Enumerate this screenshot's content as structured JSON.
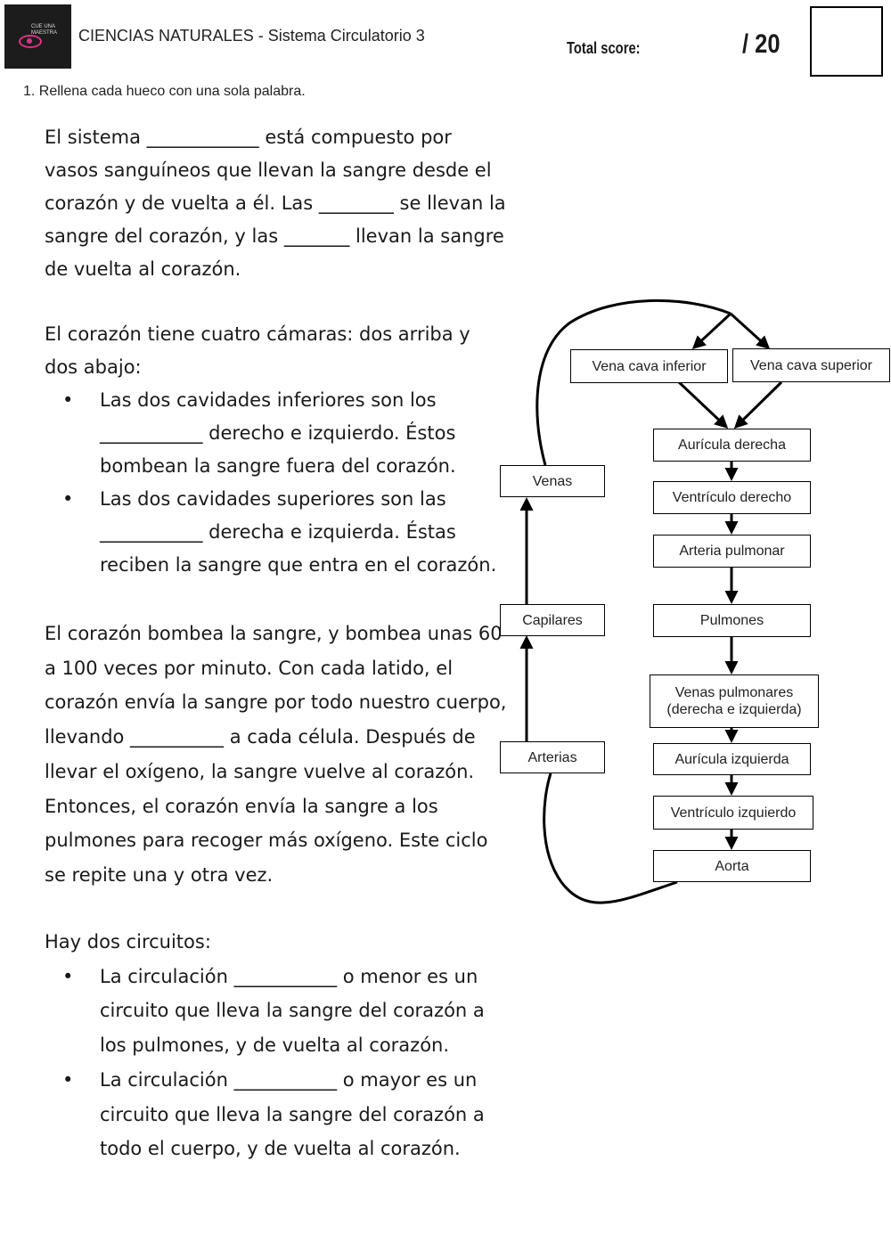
{
  "header": {
    "logo_text": "CUE UNA MAESTRA",
    "title": "CIENCIAS NATURALES - Sistema Circulatorio 3",
    "total_label": "Total score:",
    "score_max": "/ 20"
  },
  "instruction": "1. Rellena cada hueco con una sola palabra.",
  "para1": "El sistema ____________ está compuesto por vasos sanguíneos que llevan la sangre desde el corazón y de vuelta a él. Las ________ se llevan la sangre del corazón, y las _______ llevan la sangre de vuelta al corazón.",
  "para2": {
    "intro": "El corazón tiene cuatro cámaras: dos arriba y dos abajo:",
    "bullets": [
      "Las dos cavidades inferiores son los ___________ derecho e izquierdo. Éstos bombean la sangre fuera del corazón.",
      "Las dos cavidades superiores son las ___________ derecha e izquierda. Éstas reciben la sangre que entra en el corazón."
    ]
  },
  "para3": "El corazón bombea la sangre, y bombea unas 60 a 100 veces por minuto. Con cada latido, el corazón envía la sangre por todo nuestro cuerpo, llevando __________ a cada célula. Después de llevar el oxígeno, la sangre vuelve al corazón. Entonces, el corazón envía la sangre a los pulmones para recoger más oxígeno. Este ciclo se repite una y otra vez.",
  "para4": {
    "intro": "Hay dos circuitos:",
    "bullets": [
      "La circulación ___________ o menor es un circuito que lleva la sangre del corazón a los pulmones, y de vuelta al corazón.",
      "La circulación ___________ o mayor es un circuito que lleva la sangre del corazón a todo el cuerpo, y de vuelta al corazón."
    ]
  },
  "diagram": {
    "vena_cava_inferior": "Vena cava inferior",
    "vena_cava_superior": "Vena cava superior",
    "auricula_derecha": "Aurícula derecha",
    "ventriculo_derecho": "Ventrículo derecho",
    "arteria_pulmonar": "Arteria pulmonar",
    "pulmones": "Pulmones",
    "venas_pulmonares": "Venas pulmonares (derecha e izquierda)",
    "auricula_izquierda": "Aurícula izquierda",
    "ventriculo_izquierdo": "Ventrículo izquierdo",
    "aorta": "Aorta",
    "venas": "Venas",
    "capilares": "Capilares",
    "arterias": "Arterias"
  }
}
